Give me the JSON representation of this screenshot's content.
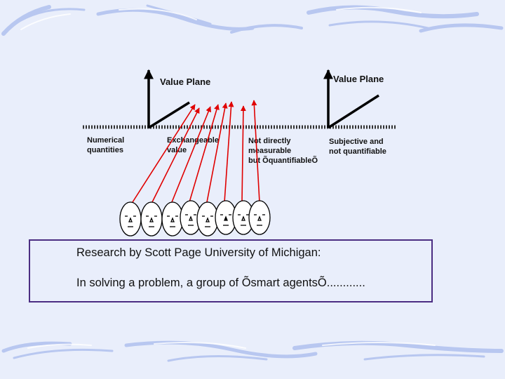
{
  "diagram": {
    "value_plane_left": "Value Plane",
    "value_plane_right": "Value Plane",
    "categories": [
      [
        "Numerical",
        "quantities"
      ],
      [
        "Exchangeable",
        "value"
      ],
      [
        "Not directly",
        "measurable",
        "but ÕquantifiableÕ"
      ],
      [
        "Subjective and",
        "not quantifiable"
      ]
    ],
    "agent_count": 8,
    "colors": {
      "arrow": "#e00000",
      "axis": "#000000",
      "box_border": "#4b2d82",
      "background": "#e9eefb"
    }
  },
  "research": {
    "line1": "Research by Scott Page University of Michigan:",
    "line2": "In solving a problem, a group of Õsmart agentsÕ............"
  }
}
